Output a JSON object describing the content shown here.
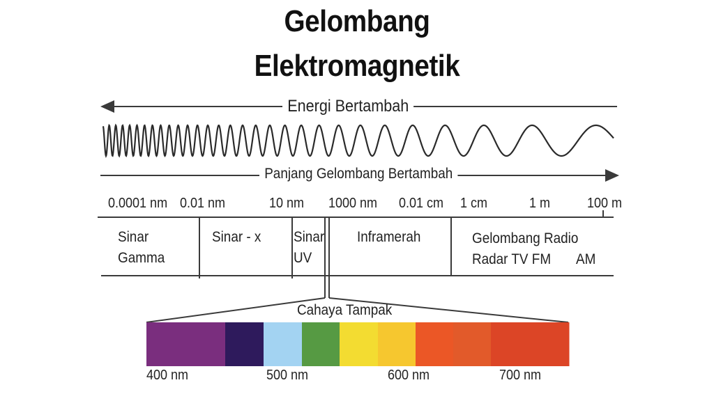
{
  "title": {
    "line1": "Gelombang",
    "line2": "Elektromagnetik"
  },
  "arrows": {
    "energy": "Energi Bertambah",
    "wavelength": "Panjang Gelombang Bertambah"
  },
  "scale_labels": [
    "0.0001 nm",
    "0.01 nm",
    "10 nm",
    "1000 nm",
    "0.01 cm",
    "1 cm",
    "1 m",
    "100 m"
  ],
  "regions": {
    "gamma": {
      "line1": "Sinar",
      "line2": "Gamma"
    },
    "xray": {
      "line1": "Sinar - x"
    },
    "uv": {
      "line1": "Sinar",
      "line2": "UV"
    },
    "infrared": {
      "line1": "Inframerah"
    },
    "radio": {
      "line1": "Gelombang Radio",
      "line2": "Radar TV FM",
      "line3": "AM"
    }
  },
  "visible_light": {
    "label": "Cahaya Tampak",
    "colors": [
      "#7a2e7e",
      "#2e1a5c",
      "#a3d3f2",
      "#569a43",
      "#f3dc31",
      "#f6c72f",
      "#eb5726",
      "#e25a2a",
      "#dc4526"
    ],
    "wavelength_labels": [
      "400 nm",
      "500 nm",
      "600 nm",
      "700 nm"
    ]
  },
  "colors": {
    "line": "#3a3a3a",
    "text": "#222222"
  }
}
